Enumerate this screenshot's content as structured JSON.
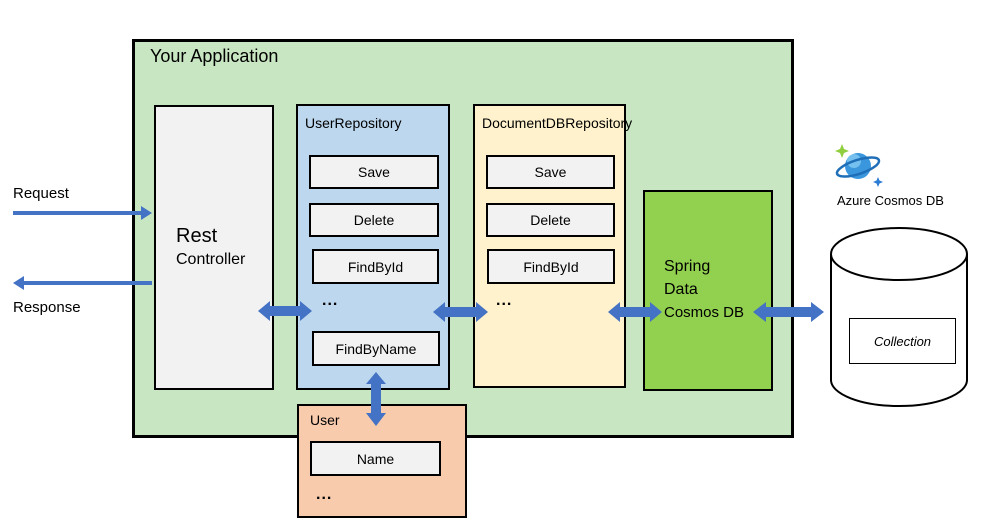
{
  "application": {
    "title": "Your Application"
  },
  "request_label": "Request",
  "response_label": "Response",
  "rest_controller": {
    "line1": "Rest",
    "line2": "Controller"
  },
  "user_repository": {
    "title": "UserRepository",
    "methods": [
      "Save",
      "Delete",
      "FindById",
      "...",
      "FindByName"
    ]
  },
  "documentdb_repository": {
    "title": "DocumentDBRepository",
    "methods": [
      "Save",
      "Delete",
      "FindById",
      "..."
    ]
  },
  "spring_data": {
    "line1": "Spring",
    "line2": "Data",
    "line3": "Cosmos DB"
  },
  "user_entity": {
    "title": "User",
    "fields": [
      "Name",
      "..."
    ]
  },
  "cosmos_db": {
    "label": "Azure Cosmos DB",
    "collection": "Collection"
  },
  "colors": {
    "app_bg": "#c9e6c2",
    "user_repo_bg": "#bdd7ee",
    "doc_repo_bg": "#fff2cc",
    "spring_bg": "#92d050",
    "user_bg": "#f8cbad",
    "arrow": "#4472c4"
  },
  "icons": [
    "cosmos-db-icon"
  ]
}
